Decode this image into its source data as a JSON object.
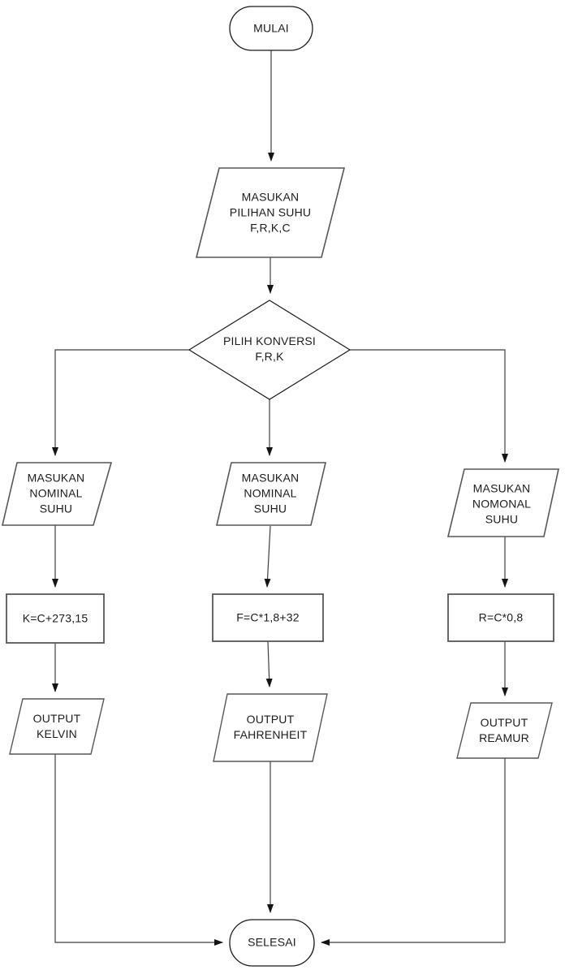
{
  "diagram": {
    "kind": "flowchart",
    "language": "Indonesian",
    "background": "#ffffff",
    "colors": {
      "terminator_stroke": "#1a1a1a",
      "process_stroke": "#575757",
      "io_stroke": "#575757",
      "decision_stroke": "#1a1a1a",
      "connector": "#3f3f3f",
      "text": "#1c1c1c"
    },
    "nodes": {
      "start": {
        "type": "terminator",
        "label": "MULAI"
      },
      "input_choice": {
        "type": "input-output",
        "label": "MASUKAN\nPILIHAN SUHU\nF,R,K,C"
      },
      "decision": {
        "type": "decision",
        "label": "PILIH KONVERSI\nF,R,K"
      },
      "input_kelvin": {
        "type": "input-output",
        "label": "MASUKAN\nNOMINAL\nSUHU"
      },
      "input_fahrenheit": {
        "type": "input-output",
        "label": "MASUKAN\nNOMINAL\nSUHU"
      },
      "input_reamur": {
        "type": "input-output",
        "label": "MASUKAN\nNOMONAL\nSUHU"
      },
      "formula_kelvin": {
        "type": "process",
        "label": "K=C+273,15"
      },
      "formula_fahrenheit": {
        "type": "process",
        "label": "F=C*1,8+32"
      },
      "formula_reamur": {
        "type": "process",
        "label": "R=C*0,8"
      },
      "output_kelvin": {
        "type": "input-output",
        "label": "OUTPUT\nKELVIN"
      },
      "output_fahrenheit": {
        "type": "input-output",
        "label": "OUTPUT\nFAHRENHEIT"
      },
      "output_reamur": {
        "type": "input-output",
        "label": "OUTPUT\nREAMUR"
      },
      "end": {
        "type": "terminator",
        "label": "SELESAI"
      }
    },
    "edges": [
      {
        "from": "start",
        "to": "input_choice"
      },
      {
        "from": "input_choice",
        "to": "decision"
      },
      {
        "from": "decision",
        "to": "input_kelvin",
        "branch": "left"
      },
      {
        "from": "decision",
        "to": "input_fahrenheit",
        "branch": "down"
      },
      {
        "from": "decision",
        "to": "input_reamur",
        "branch": "right"
      },
      {
        "from": "input_kelvin",
        "to": "formula_kelvin"
      },
      {
        "from": "input_fahrenheit",
        "to": "formula_fahrenheit"
      },
      {
        "from": "input_reamur",
        "to": "formula_reamur"
      },
      {
        "from": "formula_kelvin",
        "to": "output_kelvin"
      },
      {
        "from": "formula_fahrenheit",
        "to": "output_fahrenheit"
      },
      {
        "from": "formula_reamur",
        "to": "output_reamur"
      },
      {
        "from": "output_kelvin",
        "to": "end"
      },
      {
        "from": "output_fahrenheit",
        "to": "end"
      },
      {
        "from": "output_reamur",
        "to": "end"
      }
    ]
  }
}
